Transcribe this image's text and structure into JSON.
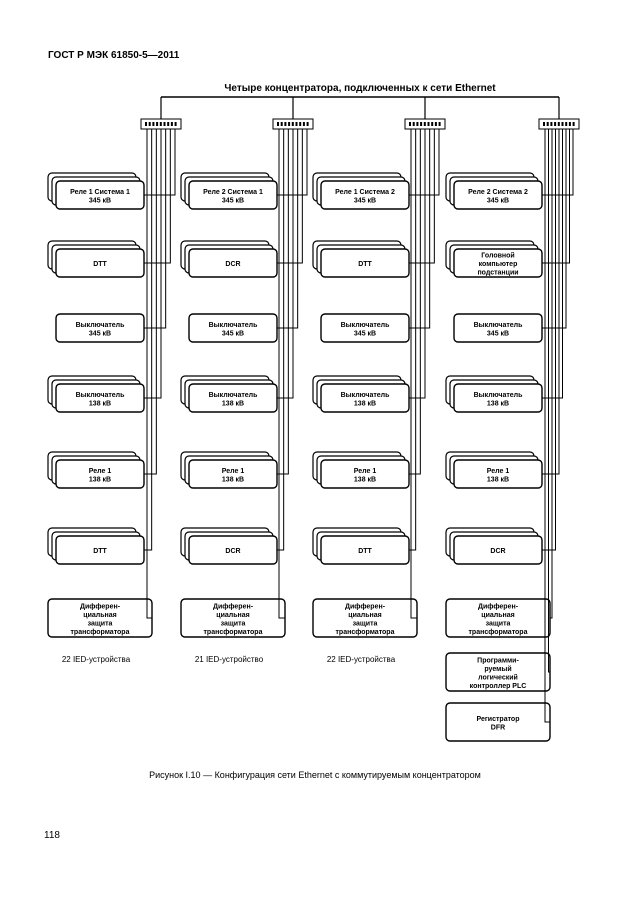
{
  "header": "ГОСТ Р МЭК 61850-5—2011",
  "diagram_title": "Четыре концентратора, подключенных к сети Ethernet",
  "caption": "Рисунок I.10 — Конфигурация сети Ethernet с коммутируемым концентратором",
  "page_number": "118",
  "columns": [
    {
      "boxes": [
        {
          "lines": [
            "Реле 1 Система 1",
            "345 кВ"
          ],
          "stacked": true
        },
        {
          "lines": [
            "DTT"
          ],
          "stacked": true
        },
        {
          "lines": [
            "Выключатель",
            "345 кВ"
          ],
          "stacked": false
        },
        {
          "lines": [
            "Выключатель",
            "138 кВ"
          ],
          "stacked": true
        },
        {
          "lines": [
            "Реле 1",
            "138 кВ"
          ],
          "stacked": true
        },
        {
          "lines": [
            "DTT"
          ],
          "stacked": true
        },
        {
          "lines": [
            "Дифферен-",
            "циальная",
            "защита",
            "трансформатора"
          ],
          "stacked": false,
          "big": true
        }
      ],
      "count_label": "22 IED-устройства"
    },
    {
      "boxes": [
        {
          "lines": [
            "Реле 2 Система 1",
            "345 кВ"
          ],
          "stacked": true
        },
        {
          "lines": [
            "DCR"
          ],
          "stacked": true
        },
        {
          "lines": [
            "Выключатель",
            "345 кВ"
          ],
          "stacked": false
        },
        {
          "lines": [
            "Выключатель",
            "138 кВ"
          ],
          "stacked": true
        },
        {
          "lines": [
            "Реле 1",
            "138 кВ"
          ],
          "stacked": true
        },
        {
          "lines": [
            "DCR"
          ],
          "stacked": true
        },
        {
          "lines": [
            "Дифферен-",
            "циальная",
            "защита",
            "трансформатора"
          ],
          "stacked": false,
          "big": true
        }
      ],
      "count_label": "21 IED-устройство"
    },
    {
      "boxes": [
        {
          "lines": [
            "Реле 1 Система 2",
            "345 кВ"
          ],
          "stacked": true
        },
        {
          "lines": [
            "DTT"
          ],
          "stacked": true
        },
        {
          "lines": [
            "Выключатель",
            "345 кВ"
          ],
          "stacked": false
        },
        {
          "lines": [
            "Выключатель",
            "138 кВ"
          ],
          "stacked": true
        },
        {
          "lines": [
            "Реле 1",
            "138 кВ"
          ],
          "stacked": true
        },
        {
          "lines": [
            "DTT"
          ],
          "stacked": true
        },
        {
          "lines": [
            "Дифферен-",
            "циальная",
            "защита",
            "трансформатора"
          ],
          "stacked": false,
          "big": true
        }
      ],
      "count_label": "22 IED-устройства"
    },
    {
      "boxes": [
        {
          "lines": [
            "Реле 2 Система 2",
            "345 кВ"
          ],
          "stacked": true
        },
        {
          "lines": [
            "Головной",
            "компьютер",
            "подстанции"
          ],
          "stacked": true
        },
        {
          "lines": [
            "Выключатель",
            "345 кВ"
          ],
          "stacked": false
        },
        {
          "lines": [
            "Выключатель",
            "138 кВ"
          ],
          "stacked": true
        },
        {
          "lines": [
            "Реле 1",
            "138 кВ"
          ],
          "stacked": true
        },
        {
          "lines": [
            "DCR"
          ],
          "stacked": true
        },
        {
          "lines": [
            "Дифферен-",
            "циальная",
            "защита",
            "трансформатора"
          ],
          "stacked": false,
          "big": true
        },
        {
          "lines": [
            "Программи-",
            "руемый",
            "логический",
            "контроллер PLC"
          ],
          "stacked": false,
          "big": true
        },
        {
          "lines": [
            "Регистратор",
            "DFR"
          ],
          "stacked": false,
          "big": true
        }
      ],
      "count_label": ""
    }
  ]
}
